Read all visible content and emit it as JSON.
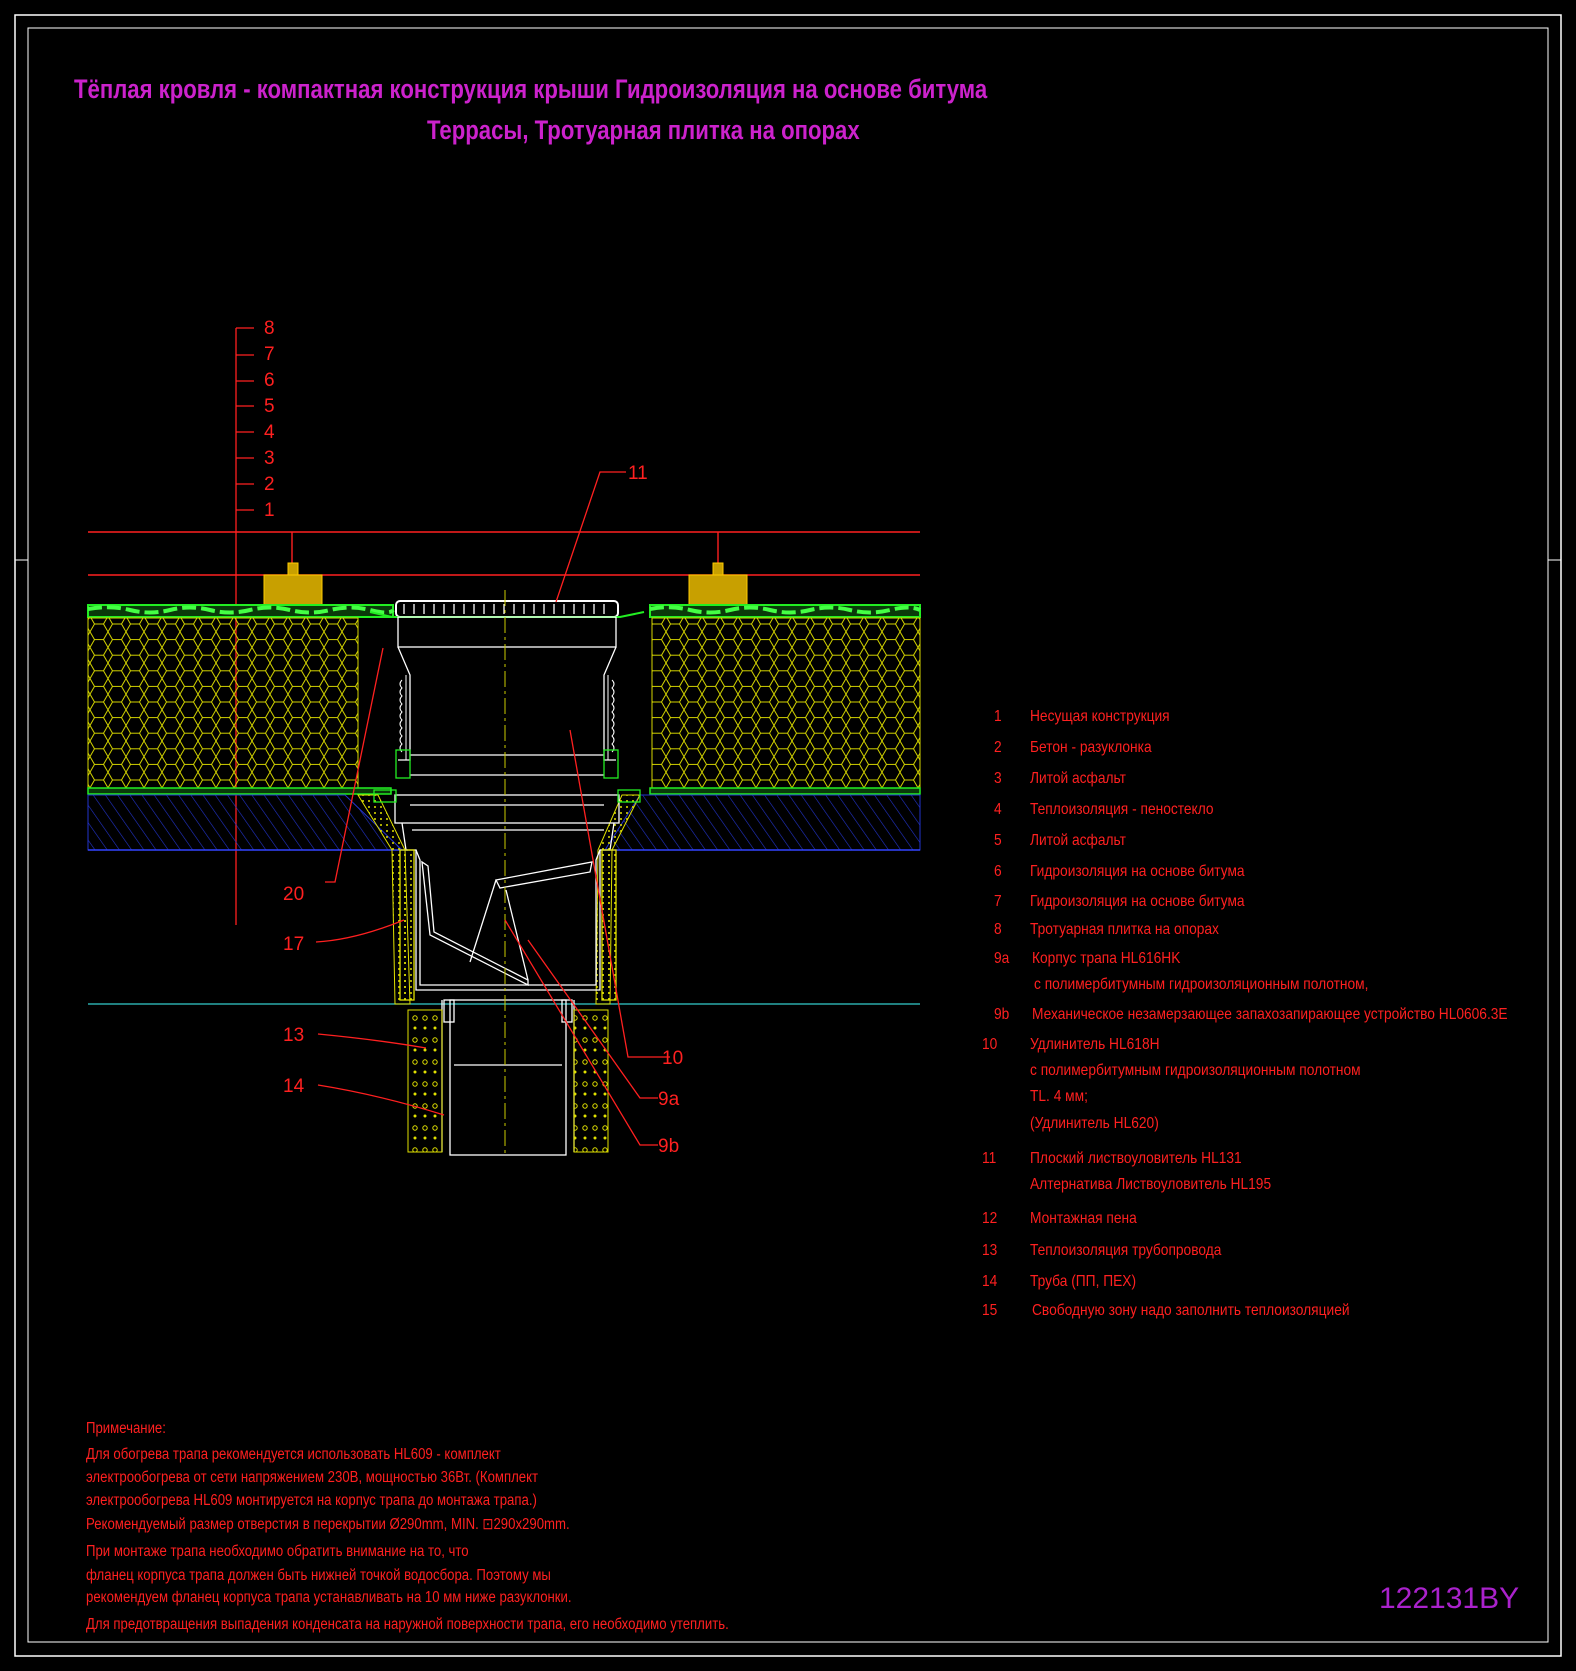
{
  "title": {
    "line1": "Тёплая кровля - компактная конструкция крыши Гидроизоляция на основе битума",
    "line2": "Террасы, Тротуарная плитка на опорах"
  },
  "layer_marks": [
    "8",
    "7",
    "6",
    "5",
    "4",
    "3",
    "2",
    "1"
  ],
  "callouts": {
    "c11": "11",
    "c20": "20",
    "c17": "17",
    "c13": "13",
    "c14": "14",
    "c10": "10",
    "c9a": "9a",
    "c9b": "9b"
  },
  "legend": [
    {
      "num": "1",
      "lines": [
        "Несущая конструкция"
      ]
    },
    {
      "num": "2",
      "lines": [
        "Бетон - разуклонка"
      ]
    },
    {
      "num": "3",
      "lines": [
        "Литой асфальт"
      ]
    },
    {
      "num": "4",
      "lines": [
        "Теплоизоляция - пеностекло"
      ]
    },
    {
      "num": "5",
      "lines": [
        "Литой асфальт"
      ]
    },
    {
      "num": "6",
      "lines": [
        "Гидроизоляция на основе битума"
      ]
    },
    {
      "num": "7",
      "lines": [
        "Гидроизоляция на основе битума"
      ]
    },
    {
      "num": "8",
      "lines": [
        "Тротуарная плитка на опорах"
      ]
    },
    {
      "num": "9a",
      "lines": [
        "Корпус трапа HL616HK",
        "с полимербитумным гидроизоляционным полотном,"
      ]
    },
    {
      "num": "9b",
      "lines": [
        "Механическое незамерзающее запахозапирающее устройство HL0606.3E"
      ]
    },
    {
      "num": "10",
      "lines": [
        "Удлинитель HL618H",
        " с полимербитумным гидроизоляционным полотном",
        "TL. 4 мм;",
        "(Удлинитель HL620)"
      ]
    },
    {
      "num": "11",
      "lines": [
        "Плоский листвоуловитель HL131",
        "Алтернатива Листвоуловитель HL195"
      ]
    },
    {
      "num": "12",
      "lines": [
        "Монтажная пена"
      ]
    },
    {
      "num": "13",
      "lines": [
        "Теплоизоляция трубопровода"
      ]
    },
    {
      "num": "14",
      "lines": [
        "Труба (ПП, ПЕХ)"
      ]
    },
    {
      "num": "15",
      "lines": [
        "Свободную зону надо заполнить теплоизоляцией"
      ]
    }
  ],
  "note": {
    "heading": "Примечание:",
    "para1": [
      "Для обогрева трапа рекомендуется использовать HL609 - комплект",
      "электрообогрева от сети напряжением 230В, мощностью 36Вт. (Комплект",
      "электрообогрева HL609 монтируется на корпус трапа до монтажа трапа.)",
      "Рекомендуемый размер отверстия в перекрытии Ø290mm, MIN. ⊡290x290mm."
    ],
    "para2": [
      "При монтаже трапа необходимо обратить внимание на то, что",
      "фланец корпуса трапа должен быть нижней точкой водосбора. Поэтому мы",
      "рекомендуем фланец корпуса трапа устанавливать на 10 мм ниже разуклонки."
    ],
    "para3": "Для предотвращения выпадения конденсата на наружной поверхности трапа, его необходимо утеплить."
  },
  "drawing_code": "122131BY",
  "colors": {
    "title": "#cc22cc",
    "text": "#ff2020",
    "insulation": "#e6e600",
    "waterproofing": "#22ee22",
    "concrete": "#2222cc",
    "frame": "#ffffff",
    "drain": "#ffffff"
  }
}
